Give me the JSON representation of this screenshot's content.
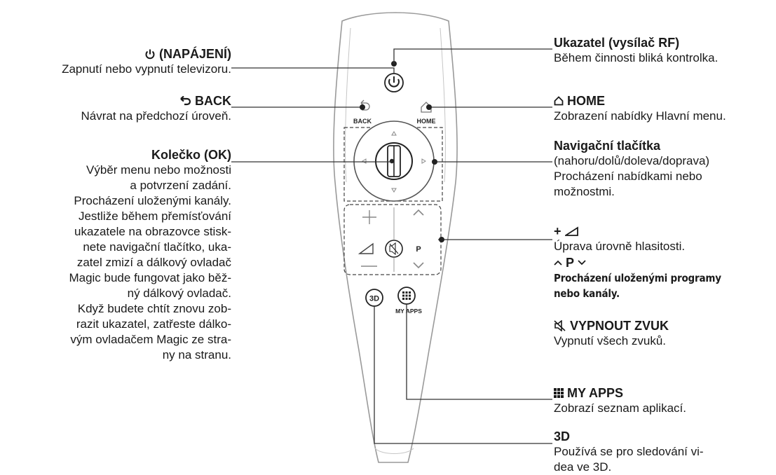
{
  "remote": {
    "back_label": "BACK",
    "home_label": "HOME",
    "ch_label": "P",
    "myapps_label": "MY APPS",
    "threed_label": "3D"
  },
  "annotations": {
    "power": {
      "title": "(NAPÁJENÍ)",
      "lines": [
        "Zapnutí nebo vypnutí televizoru."
      ]
    },
    "back": {
      "title": "BACK",
      "lines": [
        "Návrat na předchozí úroveň."
      ]
    },
    "wheel": {
      "title": "Kolečko (OK)",
      "lines": [
        "Výběr menu nebo možnosti",
        "a potvrzení zadání.",
        "Procházení uloženými kanály.",
        "Jestliže během přemísťování",
        "ukazatele na obrazovce stisk-",
        "nete navigační tlačítko, uka-",
        "zatel zmizí a dálkový ovladač",
        "Magic bude fungovat jako běž-",
        "ný dálkový ovladač.",
        "Když budete chtít znovu zob-",
        "razit ukazatel, zatřeste dálko-",
        "vým ovladačem Magic ze stra-",
        "ny na stranu."
      ]
    },
    "pointer": {
      "title": "Ukazatel (vysílač RF)",
      "lines": [
        "Během činnosti bliká kontrolka."
      ]
    },
    "home": {
      "title": "HOME",
      "lines": [
        "Zobrazení nabídky Hlavní menu."
      ]
    },
    "nav": {
      "title": "Navigační tlačítka",
      "lines": [
        "(nahoru/dolů/doleva/doprava)",
        "Procházení nabídkami nebo",
        "možnostmi."
      ]
    },
    "volume": {
      "title": "+",
      "lines": [
        "Úprava úrovně hlasitosti."
      ]
    },
    "channel": {
      "title": "P",
      "lines": [
        "Procházení uloženými programy",
        "nebo kanály."
      ]
    },
    "mute": {
      "title": "VYPNOUT ZVUK",
      "lines": [
        "Vypnutí všech zvuků."
      ]
    },
    "myapps": {
      "title": "MY APPS",
      "lines": [
        "Zobrazí seznam aplikací."
      ]
    },
    "threed": {
      "title": "3D",
      "lines": [
        "Používá se pro sledování vi-",
        "dea ve 3D."
      ]
    }
  }
}
